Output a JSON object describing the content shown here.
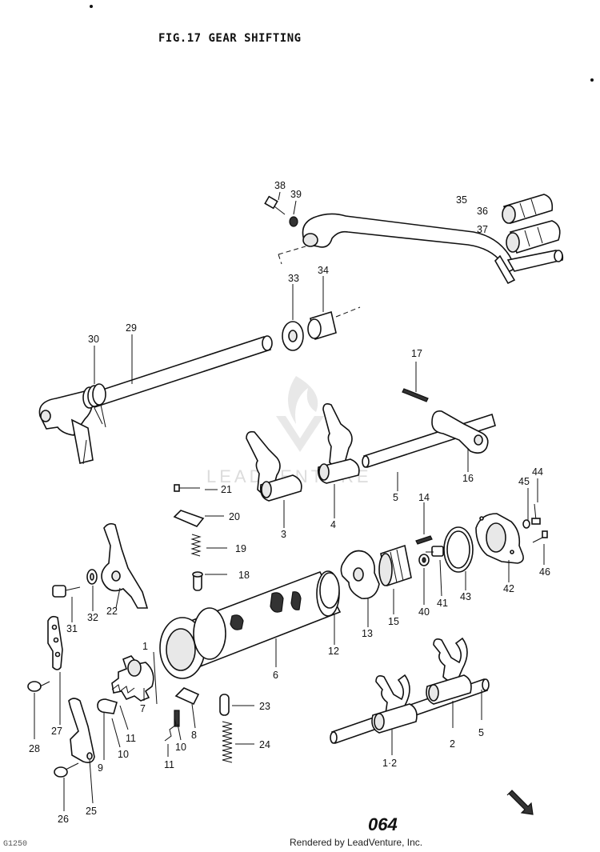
{
  "title": "FIG.17  GEAR SHIFTING",
  "footer": "Rendered by LeadVenture, Inc.",
  "watermark": "LEADVENTURE",
  "page_code": "064",
  "sheet_code": "G1250",
  "labels": {
    "l38": "38",
    "l39": "39",
    "l35": "35",
    "l36": "36",
    "l37": "37",
    "l33": "33",
    "l34": "34",
    "l30": "30",
    "l29": "29",
    "l17": "17",
    "l16": "16",
    "l5a": "5",
    "l4": "4",
    "l3": "3",
    "l21": "21",
    "l20": "20",
    "l19": "19",
    "l18": "18",
    "l14": "14",
    "l45": "45",
    "l44": "44",
    "l46": "46",
    "l42": "42",
    "l43": "43",
    "l41": "41",
    "l40": "40",
    "l15": "15",
    "l13": "13",
    "l12": "12",
    "l6": "6",
    "l22": "22",
    "l31": "31",
    "l32": "32",
    "l7": "7",
    "l11a": "11",
    "l10a": "10",
    "l9": "9",
    "l8": "8",
    "l10b": "10",
    "l11b": "11",
    "l23": "23",
    "l24": "24",
    "l27": "27",
    "l28": "28",
    "l26": "26",
    "l25": "25",
    "l12b": "1·2",
    "l2": "2",
    "l5b": "5",
    "l1": "1"
  }
}
